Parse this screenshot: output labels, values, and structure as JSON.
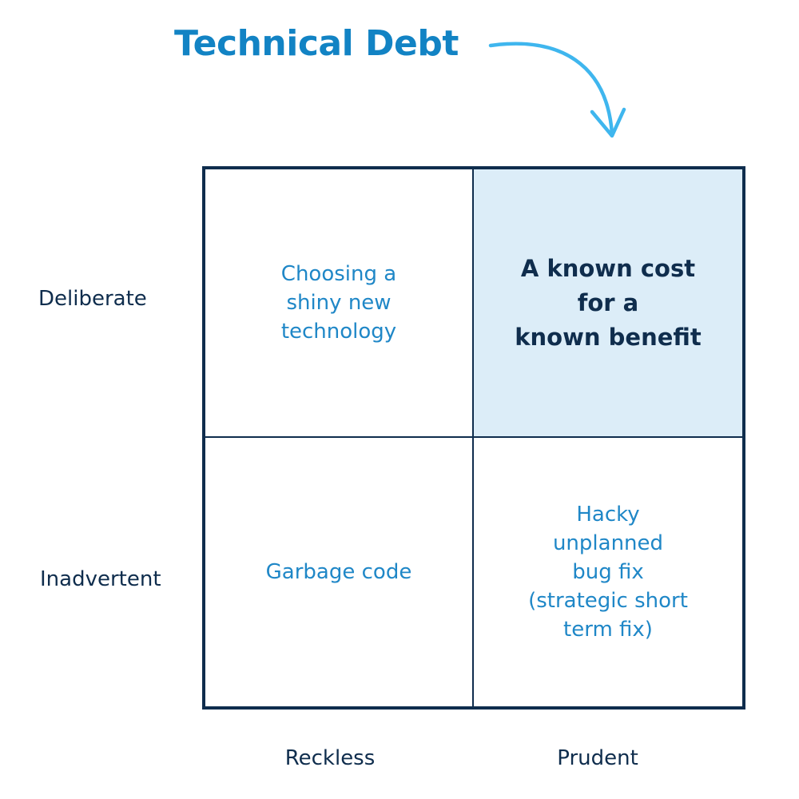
{
  "title": "Technical Debt",
  "colors": {
    "title": "#1283c4",
    "arrow": "#3fb6ee",
    "grid_border": "#0f2d4d",
    "highlight_fill": "#dcedf8",
    "cell_text": "#1f87c7",
    "label_text": "#0f2d4d"
  },
  "rows": [
    "Deliberate",
    "Inadvertent"
  ],
  "columns": [
    "Reckless",
    "Prudent"
  ],
  "quadrants": {
    "deliberate_reckless": "Choosing a\nshiny new\ntechnology",
    "deliberate_prudent": "A known cost\nfor a\nknown benefit",
    "inadvertent_reckless": "Garbage code",
    "inadvertent_prudent": "Hacky\nunplanned\nbug fix\n(strategic short\nterm fix)"
  },
  "highlighted_quadrant": "deliberate_prudent",
  "icons": {
    "pointer": "curved-arrow-icon"
  }
}
